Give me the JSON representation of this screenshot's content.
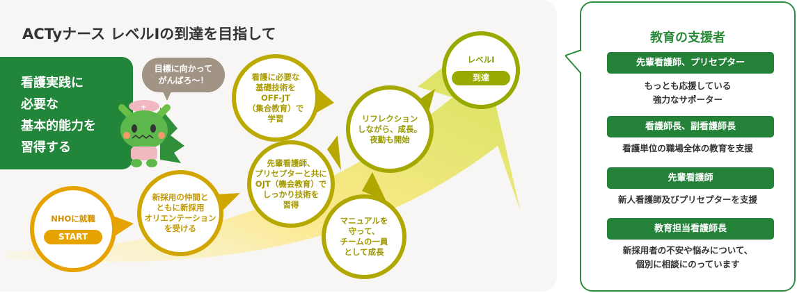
{
  "title": "ACTyナース レベルⅠの到達を目指して",
  "goal_box": {
    "lines": [
      "看護実践に",
      "必要な",
      "基本的能力を",
      "習得する"
    ]
  },
  "mascot_bubble": {
    "lines": [
      "目標に向かって",
      "がんばろ～！"
    ]
  },
  "steps": [
    {
      "lines": [
        "NHOに就職"
      ],
      "badge": "START",
      "color": "#e6a300"
    },
    {
      "lines": [
        "新採用の仲間と",
        "ともに新採用",
        "オリエンテーション",
        "を受ける"
      ],
      "color": "#d2a600"
    },
    {
      "lines": [
        "看護に必要な",
        "基礎技術を",
        "OFF-JT",
        "（集合教育）で",
        "学習"
      ],
      "color": "#bcaa00"
    },
    {
      "lines": [
        "先輩看護師、",
        "プリセプターと共に",
        "OJT（機会教育）で",
        "しっかり技術を",
        "習得"
      ],
      "color": "#b6a800"
    },
    {
      "lines": [
        "マニュアルを",
        "守って、",
        "チームの一員",
        "として成長"
      ],
      "color": "#b0a800"
    },
    {
      "lines": [
        "リフレクション",
        "しながら、成長。",
        "夜勤も開始"
      ],
      "color": "#a5a800"
    },
    {
      "lines": [
        "レベルⅠ"
      ],
      "badge": "到達",
      "color": "#98aa00"
    }
  ],
  "supporters": {
    "title": "教育の支援者",
    "items": [
      {
        "role": "先輩看護師、プリセプター",
        "desc": [
          "もっとも応援している",
          "強力なサポーター"
        ]
      },
      {
        "role": "看護師長、副看護師長",
        "desc": [
          "看護単位の職場全体の教育を支援"
        ]
      },
      {
        "role": "先輩看護師",
        "desc": [
          "新人看護師及びプリセプターを支援"
        ]
      },
      {
        "role": "教育担当看護師長",
        "desc": [
          "新採用者の不安や悩みについて、",
          "個別に相談にのっています"
        ]
      }
    ],
    "accent": "#2a8a3a"
  }
}
